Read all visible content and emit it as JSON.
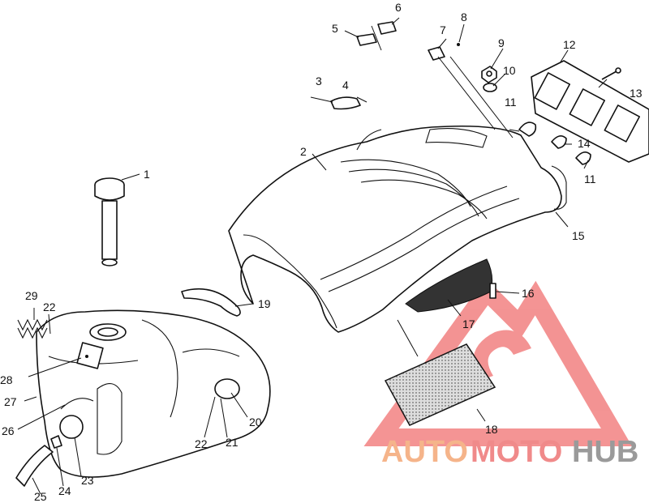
{
  "diagram": {
    "callouts": [
      {
        "id": "1",
        "text": "1"
      },
      {
        "id": "2",
        "text": "2"
      },
      {
        "id": "3",
        "text": "3"
      },
      {
        "id": "4",
        "text": "4"
      },
      {
        "id": "5",
        "text": "5"
      },
      {
        "id": "6",
        "text": "6"
      },
      {
        "id": "7",
        "text": "7"
      },
      {
        "id": "8",
        "text": "8"
      },
      {
        "id": "9",
        "text": "9"
      },
      {
        "id": "10",
        "text": "10"
      },
      {
        "id": "11a",
        "text": "11"
      },
      {
        "id": "11b",
        "text": "11"
      },
      {
        "id": "12",
        "text": "12"
      },
      {
        "id": "13",
        "text": "13"
      },
      {
        "id": "14",
        "text": "14"
      },
      {
        "id": "15",
        "text": "15"
      },
      {
        "id": "16",
        "text": "16"
      },
      {
        "id": "17",
        "text": "17"
      },
      {
        "id": "18",
        "text": "18"
      },
      {
        "id": "19",
        "text": "19"
      },
      {
        "id": "20",
        "text": "20"
      },
      {
        "id": "21",
        "text": "21"
      },
      {
        "id": "22a",
        "text": "22"
      },
      {
        "id": "22b",
        "text": "22"
      },
      {
        "id": "23",
        "text": "23"
      },
      {
        "id": "24",
        "text": "24"
      },
      {
        "id": "25",
        "text": "25"
      },
      {
        "id": "26",
        "text": "26"
      },
      {
        "id": "27",
        "text": "27"
      },
      {
        "id": "28",
        "text": "28"
      },
      {
        "id": "29",
        "text": "29"
      }
    ]
  },
  "watermark": {
    "part1": "AUTO",
    "part2": "MOTO",
    "part3": "HUB",
    "colors": {
      "auto": "#f5b48a",
      "moto": "#f08a8a",
      "hub": "#9a9a9a",
      "logo": "#f07070"
    }
  }
}
